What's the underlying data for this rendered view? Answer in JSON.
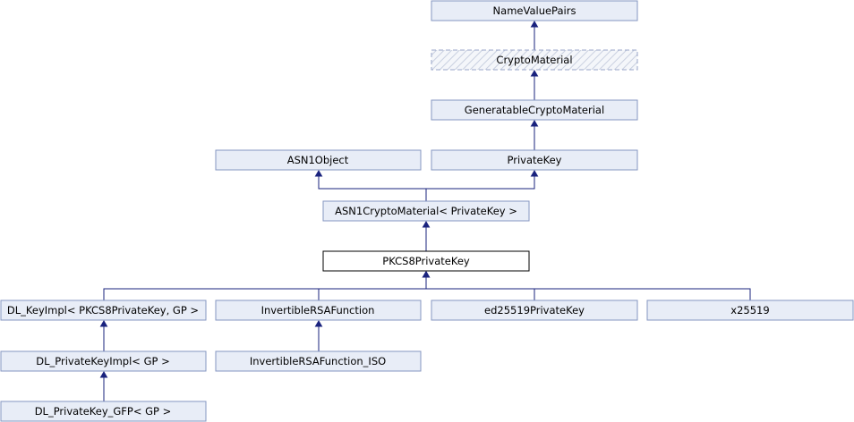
{
  "diagram": {
    "nodes": {
      "name_value_pairs": "NameValuePairs",
      "crypto_material": "CryptoMaterial",
      "generatable_crypto_material": "GeneratableCryptoMaterial",
      "asn1_object": "ASN1Object",
      "private_key": "PrivateKey",
      "asn1_crypto_material": "ASN1CryptoMaterial< PrivateKey >",
      "pkcs8_private_key": "PKCS8PrivateKey",
      "dl_key_impl": "DL_KeyImpl< PKCS8PrivateKey, GP >",
      "invertible_rsa_function": "InvertibleRSAFunction",
      "ed25519_private_key": "ed25519PrivateKey",
      "x25519": "x25519",
      "dl_private_key_impl": "DL_PrivateKeyImpl< GP >",
      "invertible_rsa_function_iso": "InvertibleRSAFunction_ISO",
      "dl_private_key_gfp": "DL_PrivateKey_GFP< GP >"
    },
    "edges": [
      {
        "from": "crypto_material",
        "to": "name_value_pairs"
      },
      {
        "from": "generatable_crypto_material",
        "to": "crypto_material"
      },
      {
        "from": "private_key",
        "to": "generatable_crypto_material"
      },
      {
        "from": "asn1_crypto_material",
        "to": "asn1_object"
      },
      {
        "from": "asn1_crypto_material",
        "to": "private_key"
      },
      {
        "from": "pkcs8_private_key",
        "to": "asn1_crypto_material"
      },
      {
        "from": "dl_key_impl",
        "to": "pkcs8_private_key"
      },
      {
        "from": "invertible_rsa_function",
        "to": "pkcs8_private_key"
      },
      {
        "from": "ed25519_private_key",
        "to": "pkcs8_private_key"
      },
      {
        "from": "x25519",
        "to": "pkcs8_private_key"
      },
      {
        "from": "dl_private_key_impl",
        "to": "dl_key_impl"
      },
      {
        "from": "invertible_rsa_function_iso",
        "to": "invertible_rsa_function"
      },
      {
        "from": "dl_private_key_gfp",
        "to": "dl_private_key_impl"
      }
    ]
  }
}
